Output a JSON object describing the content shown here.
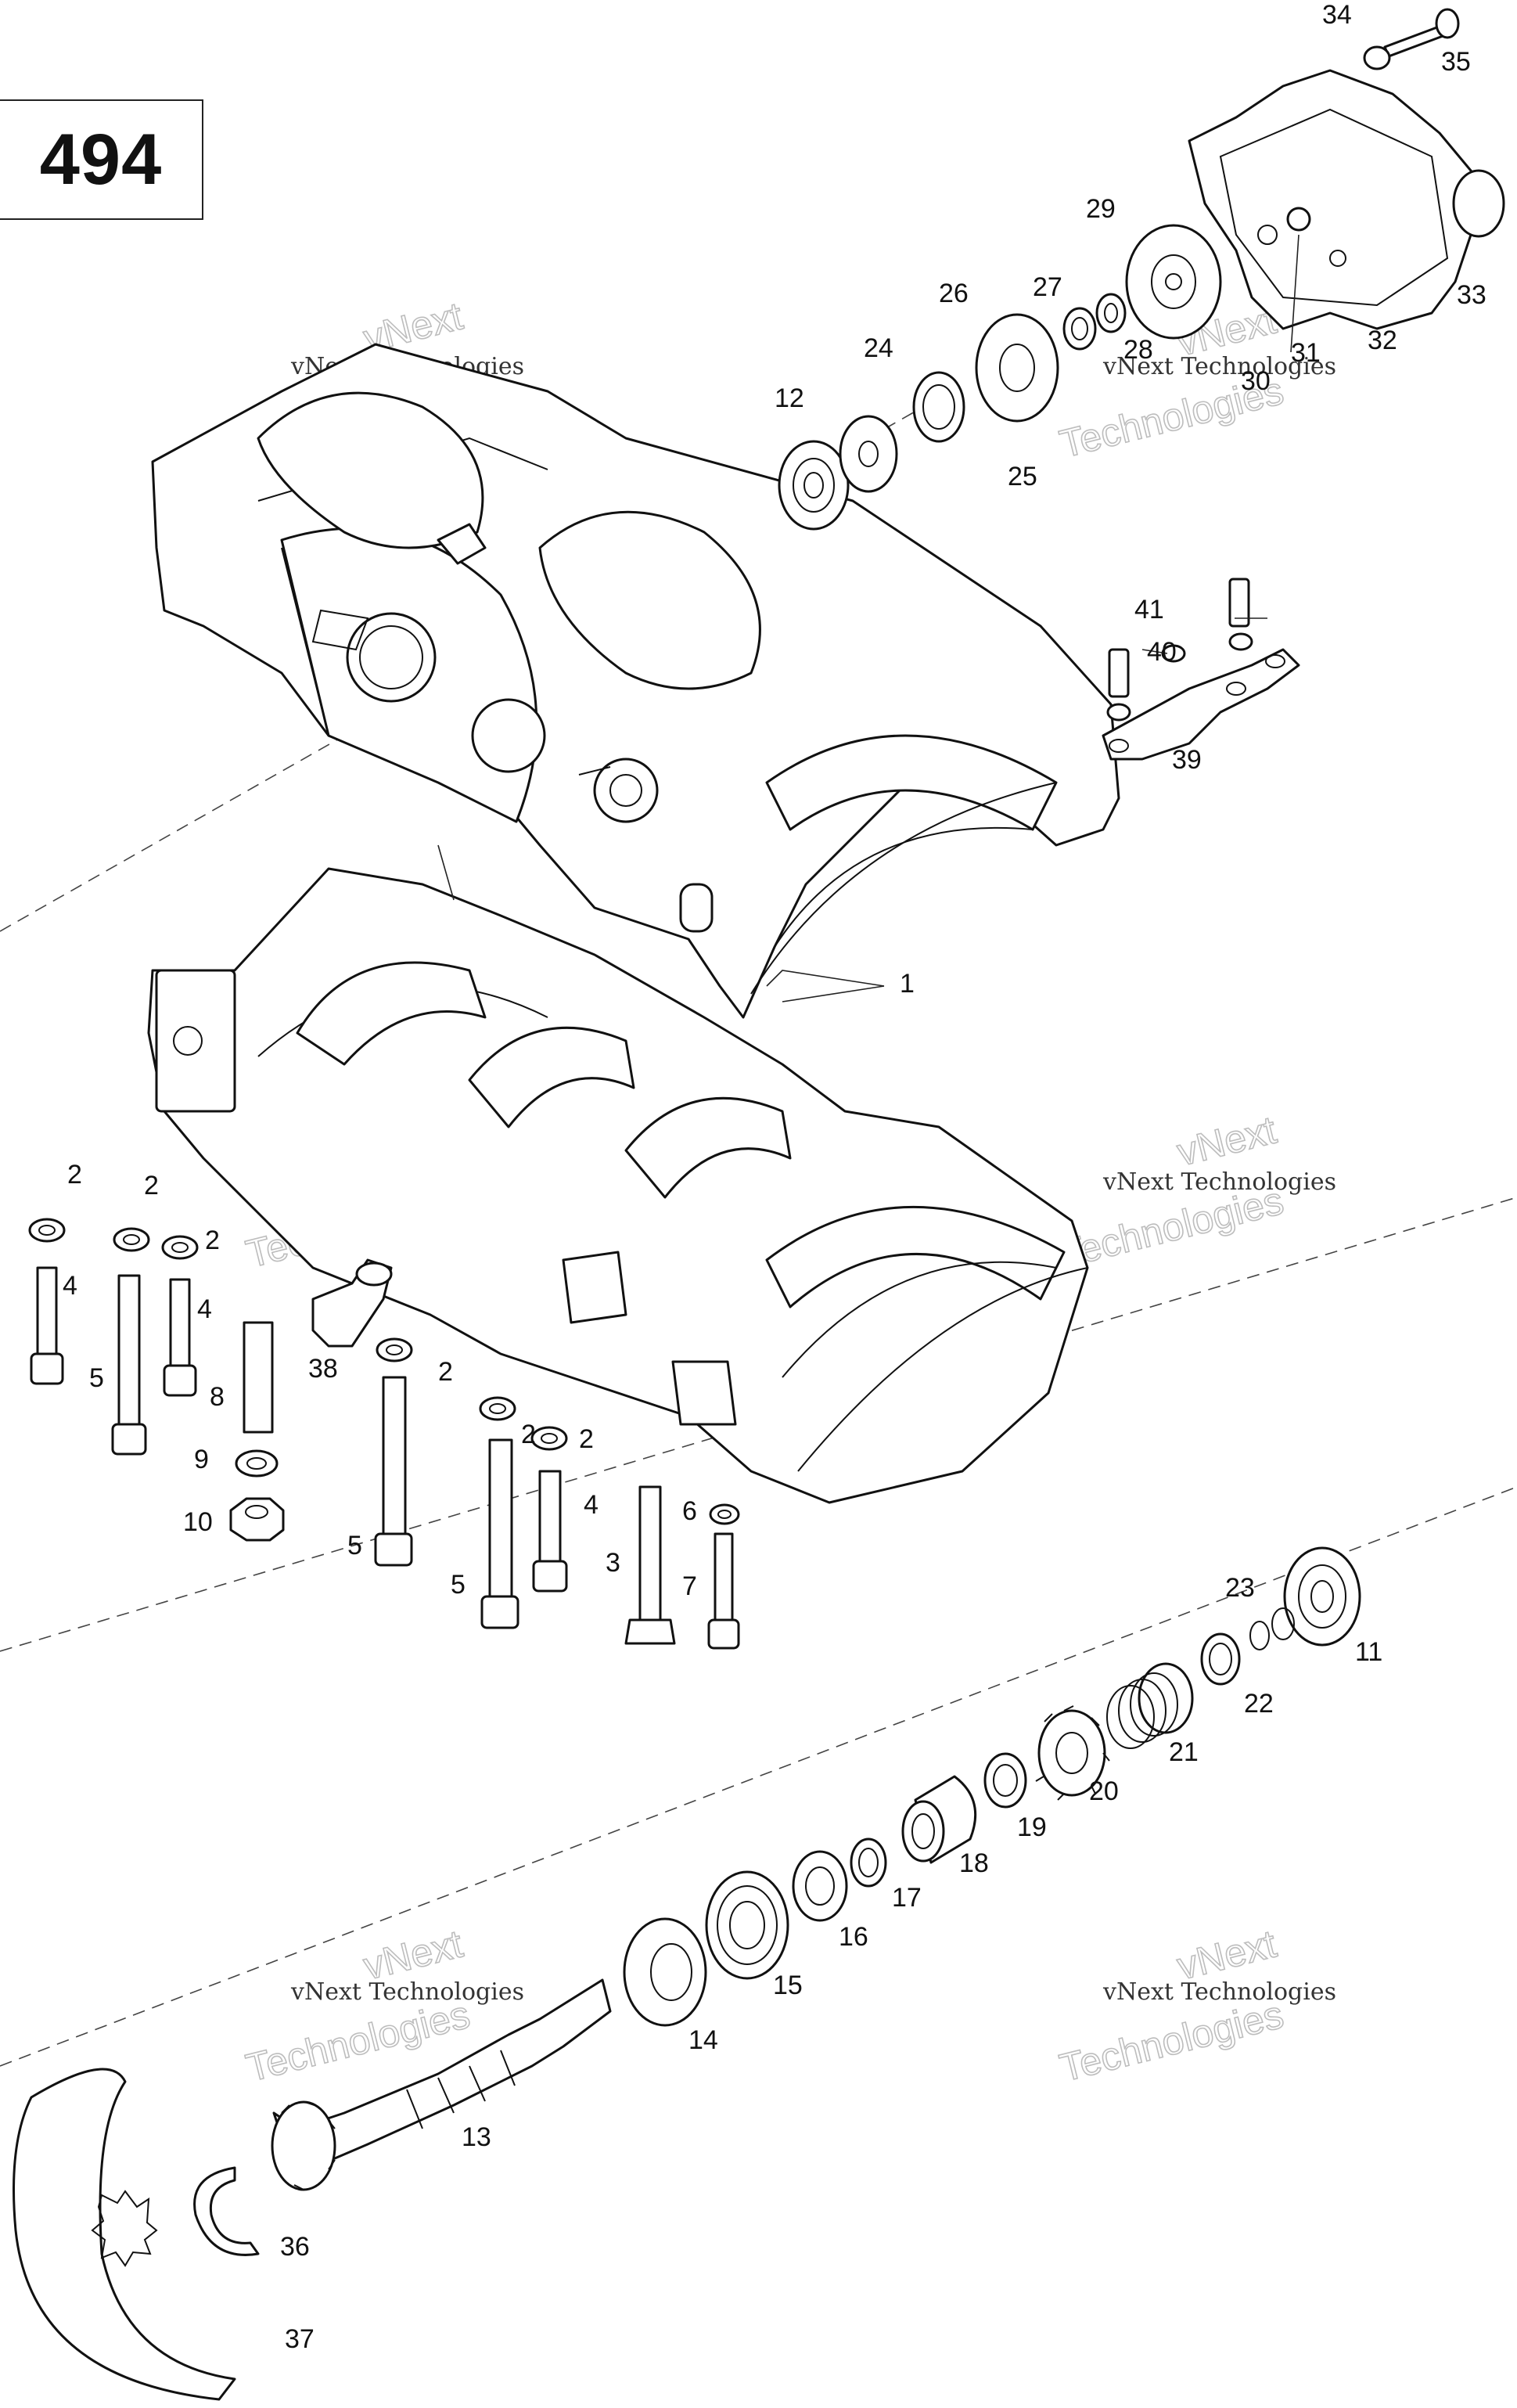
{
  "page_number": "494",
  "watermark": {
    "line1": "vNext Technologies",
    "line2": "vNext",
    "line3": "Technologies"
  },
  "callouts": [
    "1",
    "2",
    "3",
    "4",
    "5",
    "6",
    "7",
    "8",
    "9",
    "10",
    "11",
    "12",
    "13",
    "14",
    "15",
    "16",
    "17",
    "18",
    "19",
    "20",
    "21",
    "22",
    "23",
    "24",
    "25",
    "26",
    "27",
    "28",
    "29",
    "30",
    "31",
    "32",
    "33",
    "34",
    "35",
    "36",
    "37",
    "38",
    "39",
    "40",
    "41"
  ]
}
